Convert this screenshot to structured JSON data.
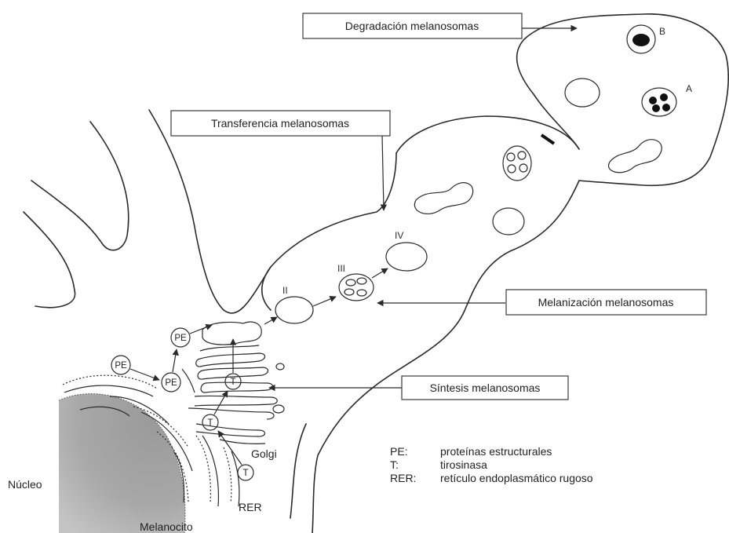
{
  "boxes": {
    "degradacion": "Degradación melanosomas",
    "transferencia": "Transferencia melanosomas",
    "melanizacion": "Melanización melanosomas",
    "sintesis": "Síntesis melanosomas"
  },
  "stages": {
    "ii": "II",
    "iii": "III",
    "iv": "IV"
  },
  "granule_labels": {
    "a": "A",
    "b": "B"
  },
  "circle_labels": {
    "pe": "PE",
    "t": "T"
  },
  "structures": {
    "golgi": "Golgi",
    "rer": "RER",
    "nucleo": "Núcleo",
    "melanocito": "Melanocito"
  },
  "legend": [
    {
      "abbr": "PE:",
      "text": "proteínas estructurales"
    },
    {
      "abbr": "T:",
      "text": "tirosinasa"
    },
    {
      "abbr": "RER:",
      "text": "retículo endoplasmático rugoso"
    }
  ]
}
